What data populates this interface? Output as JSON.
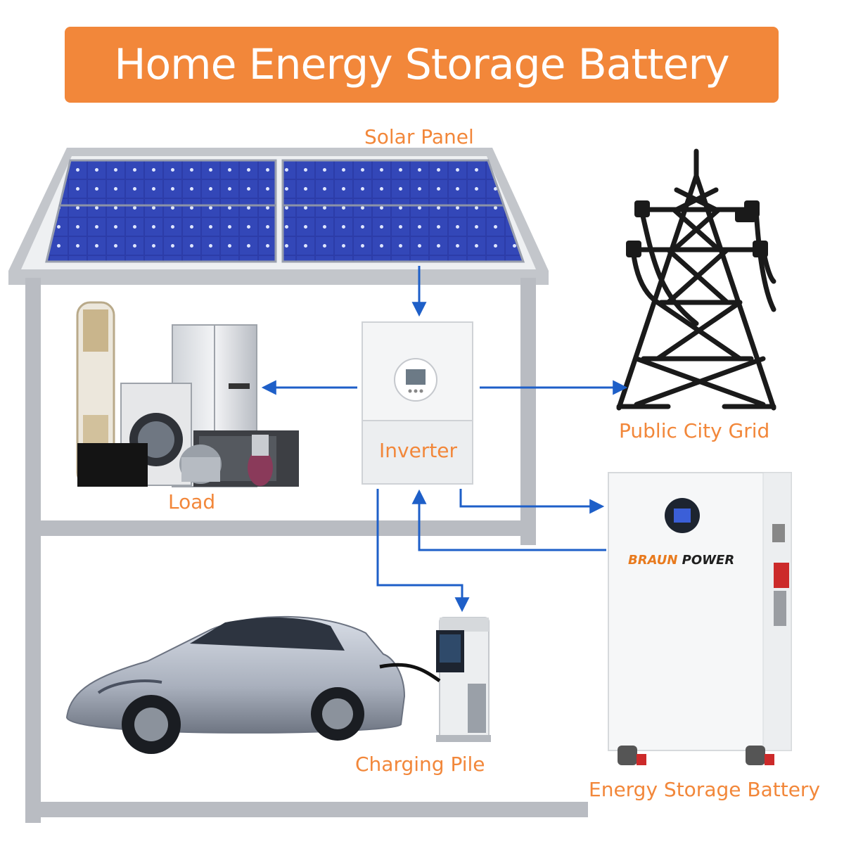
{
  "title": "Home Energy Storage Battery",
  "labels": {
    "solar_panel": "Solar Panel",
    "public_city_grid": "Public City Grid",
    "inverter": "Inverter",
    "load": "Load",
    "charging_pile": "Charging Pile",
    "energy_storage_battery": "Energy Storage Battery"
  },
  "brand": {
    "part1": "BRAUN",
    "part2": "POWER"
  },
  "colors": {
    "accent": "#f2873a",
    "arrow": "#1e5fc8",
    "house": "#b9bcc2",
    "panel": "#2a3aa8",
    "brand_orange": "#e87a1e",
    "brand_dark": "#1f1f1f"
  },
  "icons": [
    "solar-panel-icon",
    "transmission-tower-icon",
    "inverter-icon",
    "appliances-icon",
    "car-icon",
    "charging-pile-icon",
    "battery-icon"
  ]
}
